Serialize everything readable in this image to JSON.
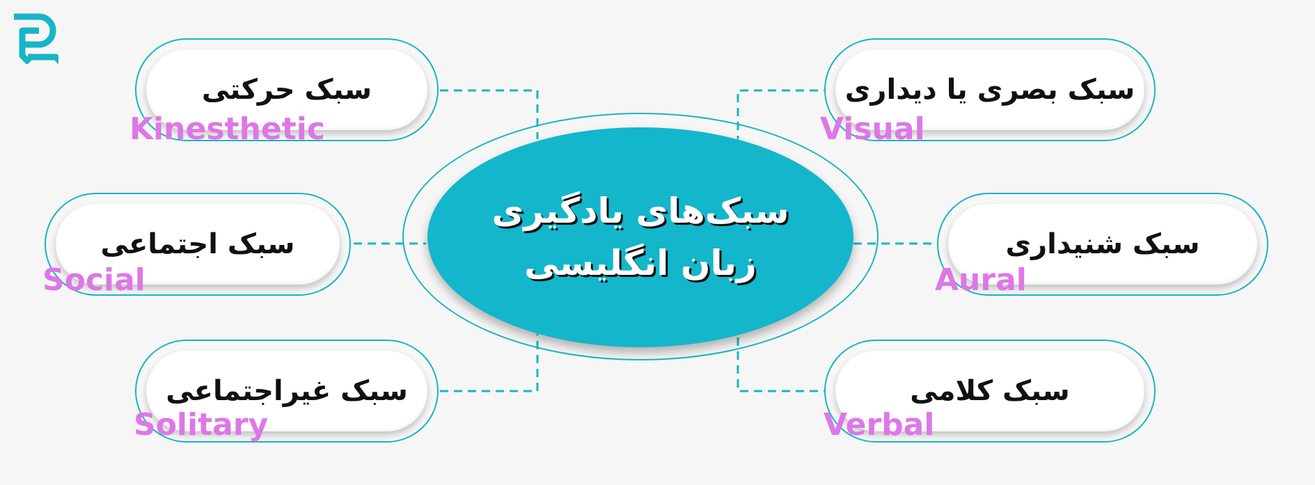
{
  "center": {
    "line1": "سبک‌های یادگیری",
    "line2": "زبان انگلیسی"
  },
  "nodes": [
    {
      "id": "visual",
      "fa": "سبک بصری یا دیداری",
      "en": "Visual"
    },
    {
      "id": "aural",
      "fa": "سبک شنیداری",
      "en": "Aural"
    },
    {
      "id": "verbal",
      "fa": "سبک کلامی",
      "en": "Verbal"
    },
    {
      "id": "kinesthetic",
      "fa": "سبک حرکتی",
      "en": "Kinesthetic"
    },
    {
      "id": "social",
      "fa": "سبک اجتماعی",
      "en": "Social"
    },
    {
      "id": "solitary",
      "fa": "سبک غیراجتماعی",
      "en": "Solitary"
    }
  ],
  "colors": {
    "accent": "#13b6cb",
    "english_label": "#dd77e6",
    "background": "#f6f6f6"
  },
  "icons": {
    "logo": "brand-logo-icon"
  }
}
